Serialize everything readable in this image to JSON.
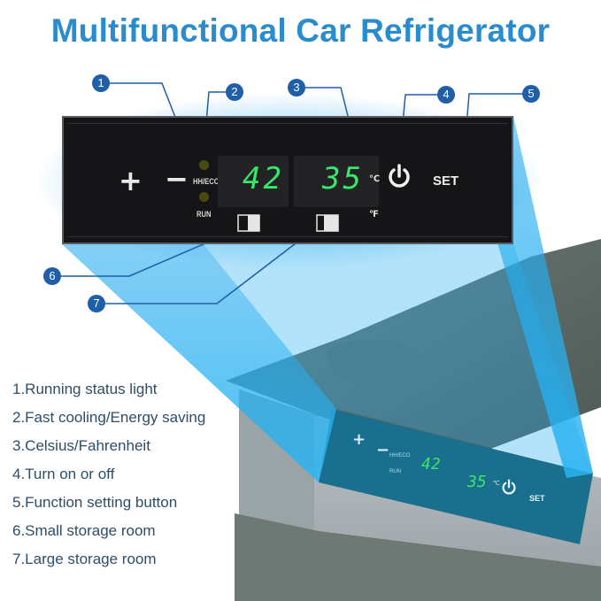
{
  "title": "Multifunctional Car Refrigerator",
  "panel": {
    "plus": "+",
    "minus": "−",
    "hh_eco": "HH/ECO",
    "run": "RUN",
    "display_left": "42",
    "display_right": "35",
    "celsius": "℃",
    "fahrenheit": "℉",
    "set": "SET"
  },
  "callouts": [
    "1",
    "2",
    "3",
    "4",
    "5",
    "6",
    "7"
  ],
  "legend": [
    "1.Running status light",
    "2.Fast cooling/Energy saving",
    "3.Celsius/Fahrenheit",
    "4.Turn on or off",
    "5.Function setting button",
    "6.Small storage room",
    "7.Large storage room"
  ],
  "fridge_panel": {
    "plus": "+",
    "minus": "−",
    "hh_eco": "HH/ECO",
    "run": "RUN",
    "display_left": "42",
    "display_right": "35",
    "celsius": "℃",
    "set": "SET"
  },
  "colors": {
    "title": "#2a8ccd",
    "callout": "#1f5fa8",
    "digits": "#37e86a",
    "glow": "#2bb6f0",
    "legend": "#2d4d68"
  }
}
